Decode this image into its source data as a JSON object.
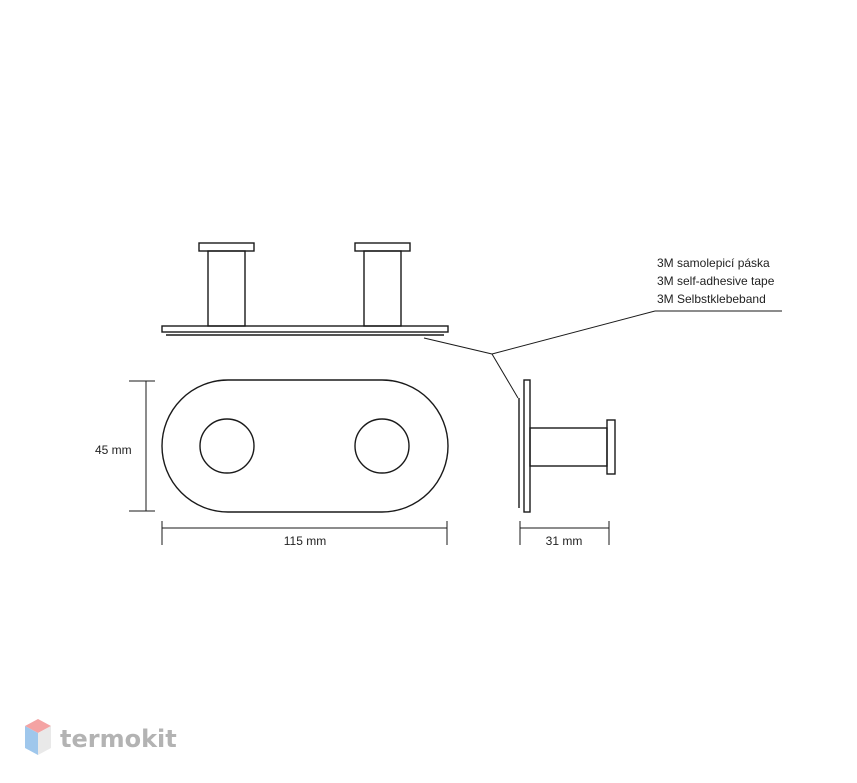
{
  "diagram": {
    "labels": {
      "tape_cz": "3M samolepicí páska",
      "tape_en": "3M self-adhesive tape",
      "tape_de": "3M Selbstklebeband"
    },
    "dimensions": {
      "height": "45 mm",
      "width": "115 mm",
      "depth": "31 mm"
    }
  },
  "watermark": {
    "text": "termokit",
    "icon": "hexagon-cube-icon",
    "colors": {
      "text": "#b3b3b3",
      "hex_top": "#f4a3a3",
      "hex_left": "#9fc7ec",
      "hex_right": "#e9e9e9"
    }
  }
}
